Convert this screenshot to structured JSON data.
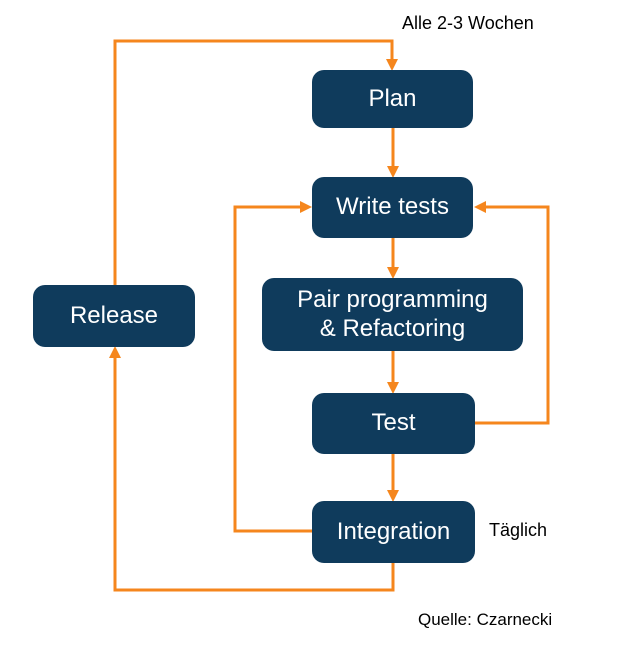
{
  "diagram": {
    "nodes": {
      "plan": {
        "label": "Plan"
      },
      "write_tests": {
        "label": "Write tests"
      },
      "pair_programming": {
        "line1": "Pair programming",
        "line2": "& Refactoring"
      },
      "test": {
        "label": "Test"
      },
      "integration": {
        "label": "Integration"
      },
      "release": {
        "label": "Release"
      }
    },
    "annotations": {
      "iteration_frequency": "Alle 2-3 Wochen",
      "integration_frequency": "Täglich",
      "source": "Quelle: Czarnecki"
    },
    "colors": {
      "node_fill": "#0f3b5c",
      "node_text": "#ffffff",
      "arrow": "#f5861d",
      "annotation_text": "#000000",
      "background": "#ffffff"
    }
  }
}
